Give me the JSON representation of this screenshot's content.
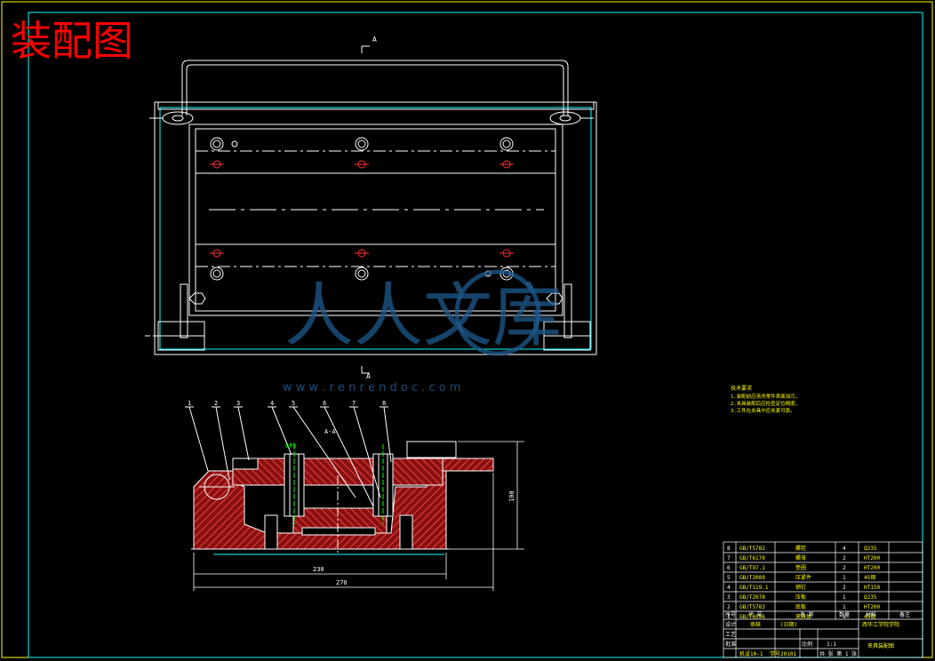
{
  "sheet_title": "装配图",
  "section_marks": {
    "top": "A",
    "bottom": "A",
    "section_label": "A-A"
  },
  "balloons": [
    "1",
    "2",
    "3",
    "4",
    "5",
    "6",
    "7",
    "8"
  ],
  "dims": {
    "width_inner": "230",
    "width_outer": "270",
    "height": "100"
  },
  "fit_note": "6P5",
  "tech_requirements": {
    "heading": "技术要求",
    "lines": [
      "1.装配前应清洗零件表面油污。",
      "2.夹具装配后应检查定位精度。",
      "3.工件在夹具中应夹紧可靠。"
    ]
  },
  "watermark": {
    "main": "人人文库",
    "url": "w w w . r e n r e n d o c . c o m"
  },
  "bom": {
    "rows": [
      {
        "no": "8",
        "code": "GB/T5782",
        "name": "螺栓",
        "qty": "4",
        "mat": "Q235",
        "note": ""
      },
      {
        "no": "7",
        "code": "GB/T6170",
        "name": "螺母",
        "qty": "2",
        "mat": "HT200",
        "note": ""
      },
      {
        "no": "6",
        "code": "GB/T97.1",
        "name": "垫圈",
        "qty": "2",
        "mat": "HT200",
        "note": ""
      },
      {
        "no": "5",
        "code": "GB/T2089",
        "name": "压紧件",
        "qty": "1",
        "mat": "45钢",
        "note": ""
      },
      {
        "no": "4",
        "code": "GB/T119.1",
        "name": "销钉",
        "qty": "2",
        "mat": "HT150",
        "note": ""
      },
      {
        "no": "3",
        "code": "GB/T2078",
        "name": "压板",
        "qty": "1",
        "mat": "Q235",
        "note": ""
      },
      {
        "no": "2",
        "code": "GB/T5783",
        "name": "底板",
        "qty": "1",
        "mat": "HT200",
        "note": ""
      },
      {
        "no": "1",
        "code": "GB/T1096",
        "name": "夹具体",
        "qty": "1",
        "mat": "45钢",
        "note": ""
      }
    ],
    "header": {
      "no": "序号",
      "code": "代 号",
      "name": "名 称",
      "qty": "数量",
      "mat": "材料",
      "note": "备注"
    },
    "title_block": {
      "design": "设计",
      "check": "审核",
      "approve": "批准",
      "process": "工艺",
      "date": "(日期)",
      "school": "西华工学院学院",
      "drawing": "夹具装配图",
      "scale_label": "比例",
      "scale": "1:1",
      "sheet": "共   张 第 1 张",
      "class_info": "机设10-1",
      "student": "学号20101"
    }
  },
  "colors": {
    "line": "#ffffff",
    "border": "#ffff00",
    "cyan": "#00ffff",
    "red": "#ff0000",
    "hatch": "#ff5050",
    "green": "#00ff00",
    "watermark": "#1e5a8c"
  }
}
